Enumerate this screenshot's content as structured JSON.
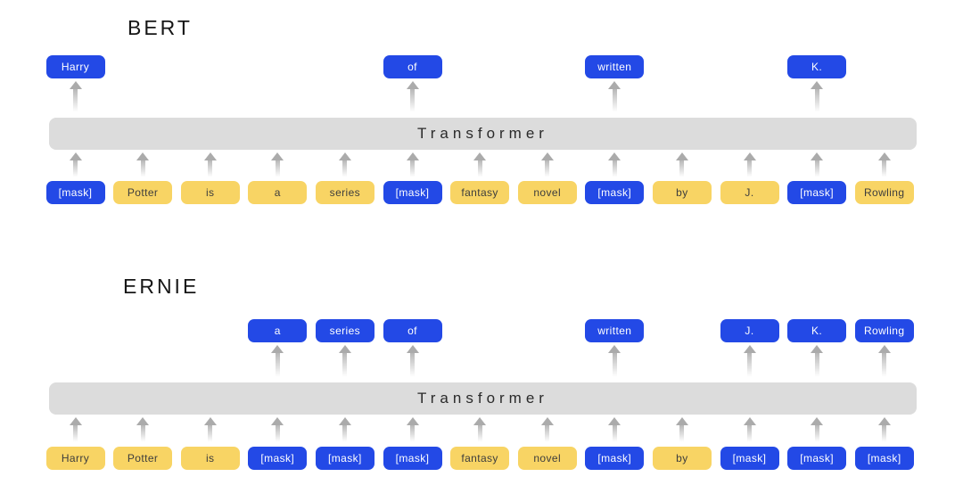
{
  "colors": {
    "masked_blue": "#2349e6",
    "token_yellow": "#f8d464",
    "bar_gray": "#dcdcdc",
    "arrow_gray": "#ababab"
  },
  "bert": {
    "title": "BERT",
    "transformer_label": "Transformer",
    "outputs": [
      {
        "label": "Harry",
        "col": 0
      },
      {
        "label": "of",
        "col": 5
      },
      {
        "label": "written",
        "col": 8
      },
      {
        "label": "K.",
        "col": 11
      }
    ],
    "inputs": [
      {
        "label": "[mask]",
        "masked": true
      },
      {
        "label": "Potter",
        "masked": false
      },
      {
        "label": "is",
        "masked": false
      },
      {
        "label": "a",
        "masked": false
      },
      {
        "label": "series",
        "masked": false
      },
      {
        "label": "[mask]",
        "masked": true
      },
      {
        "label": "fantasy",
        "masked": false
      },
      {
        "label": "novel",
        "masked": false
      },
      {
        "label": "[mask]",
        "masked": true
      },
      {
        "label": "by",
        "masked": false
      },
      {
        "label": "J.",
        "masked": false
      },
      {
        "label": "[mask]",
        "masked": true
      },
      {
        "label": "Rowling",
        "masked": false
      }
    ]
  },
  "ernie": {
    "title": "ERNIE",
    "transformer_label": "Transformer",
    "outputs": [
      {
        "label": "a",
        "col": 3
      },
      {
        "label": "series",
        "col": 4
      },
      {
        "label": "of",
        "col": 5
      },
      {
        "label": "written",
        "col": 8
      },
      {
        "label": "J.",
        "col": 10
      },
      {
        "label": "K.",
        "col": 11
      },
      {
        "label": "Rowling",
        "col": 12
      }
    ],
    "inputs": [
      {
        "label": "Harry",
        "masked": false
      },
      {
        "label": "Potter",
        "masked": false
      },
      {
        "label": "is",
        "masked": false
      },
      {
        "label": "[mask]",
        "masked": true
      },
      {
        "label": "[mask]",
        "masked": true
      },
      {
        "label": "[mask]",
        "masked": true
      },
      {
        "label": "fantasy",
        "masked": false
      },
      {
        "label": "novel",
        "masked": false
      },
      {
        "label": "[mask]",
        "masked": true
      },
      {
        "label": "by",
        "masked": false
      },
      {
        "label": "[mask]",
        "masked": true
      },
      {
        "label": "[mask]",
        "masked": true
      },
      {
        "label": "[mask]",
        "masked": true
      }
    ]
  }
}
